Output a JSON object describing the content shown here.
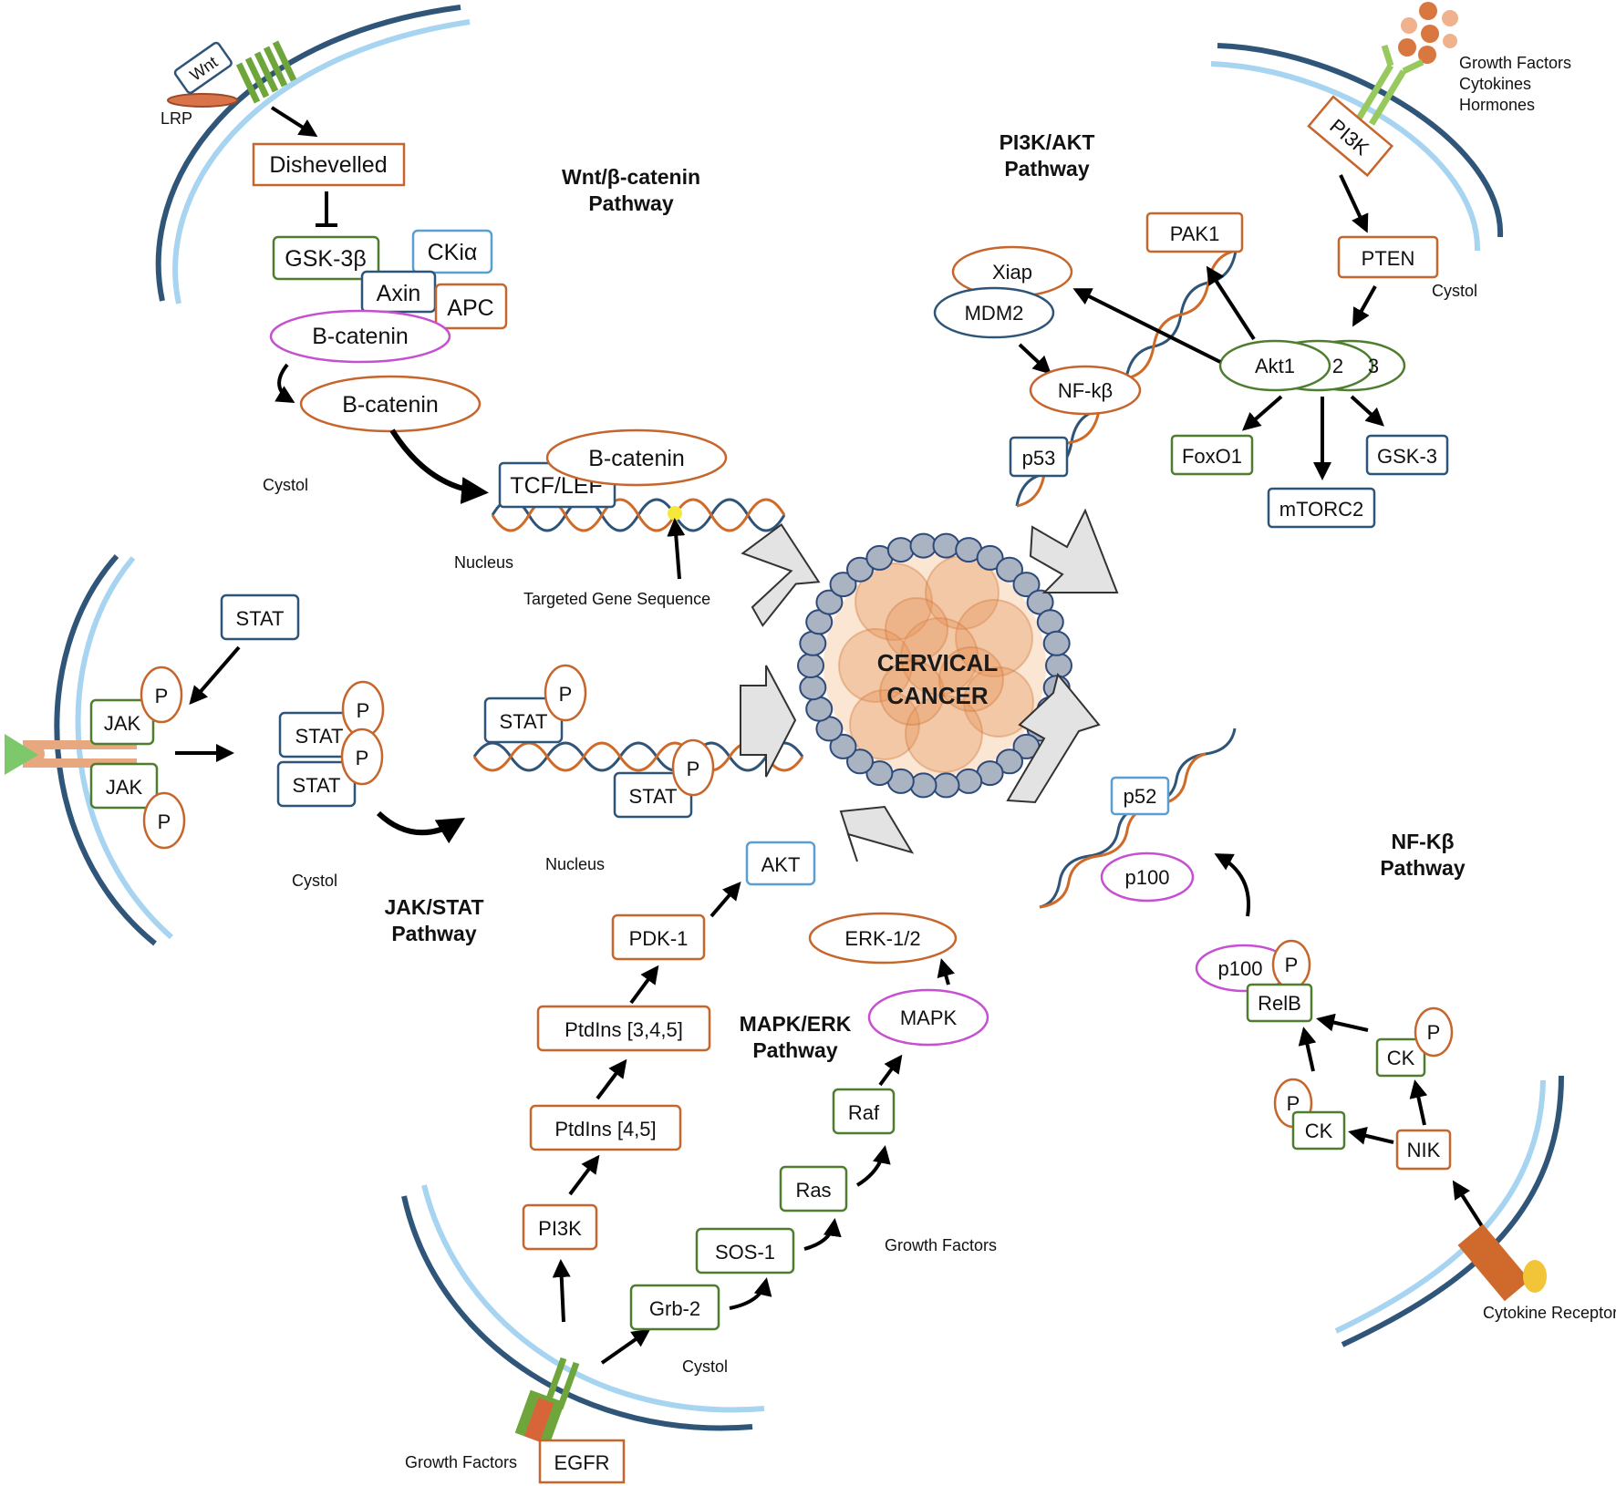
{
  "colors": {
    "orange": "#c6652c",
    "green": "#4e7d2f",
    "blue": "#2e5478",
    "light_blue": "#5a9fd2",
    "purple": "#c64fd2",
    "membrane_dark": "#2f5578",
    "membrane_light": "#a7d4f0",
    "cell_fill": "#f3c29a",
    "cell_border": "#98a6b8",
    "pointer_arrow": "#e3e3e3"
  },
  "center": {
    "line1": "CERVICAL",
    "line2": "CANCER"
  },
  "wnt": {
    "title1": "Wnt/β-catenin",
    "title2": "Pathway",
    "wnt": "Wnt",
    "lrp": "LRP",
    "dishevelled": "Dishevelled",
    "gsk3b": "GSK-3β",
    "ckia": "CKiα",
    "axin": "Axin",
    "apc": "APC",
    "bcat1": "B-catenin",
    "bcat2": "B-catenin",
    "bcat3": "B-catenin",
    "tcf": "TCF/LEF",
    "cystol": "Cystol",
    "nucleus": "Nucleus",
    "target": "Targeted Gene Sequence"
  },
  "pi3k": {
    "title1": "PI3K/AKT",
    "title2": "Pathway",
    "gf1": "Growth Factors",
    "gf2": "Cytokines",
    "gf3": "Hormones",
    "pi3k": "PI3K",
    "pten": "PTEN",
    "pak1": "PAK1",
    "xiap": "Xiap",
    "mdm2": "MDM2",
    "nfkb": "NF-kβ",
    "p53": "p53",
    "akt1": "Akt1",
    "akt2": "2",
    "akt3": "3",
    "foxo1": "FoxO1",
    "mtorc2": "mTORC2",
    "gsk3": "GSK-3",
    "cystol": "Cystol"
  },
  "jak": {
    "title1": "JAK/STAT",
    "title2": "Pathway",
    "stat_top": "STAT",
    "jak1": "JAK",
    "jak2": "JAK",
    "p": "P",
    "stat_a": "STAT",
    "stat_b": "STAT",
    "stat_n1": "STAT",
    "stat_n2": "STAT",
    "cystol": "Cystol",
    "nucleus": "Nucleus"
  },
  "mapk": {
    "title1": "MAPK/ERK",
    "title2": "Pathway",
    "akt": "AKT",
    "pdk1": "PDK-1",
    "ptd345": "PtdIns [3,4,5]",
    "ptd45": "PtdIns [4,5]",
    "pi3k": "PI3K",
    "egfr": "EGFR",
    "gf_bottom": "Growth Factors",
    "gf_right": "Growth Factors",
    "cystol": "Cystol",
    "grb2": "Grb-2",
    "sos1": "SOS-1",
    "ras": "Ras",
    "raf": "Raf",
    "mapk": "MAPK",
    "erk": "ERK-1/2"
  },
  "nfkb": {
    "title1": "NF-Kβ",
    "title2": "Pathway",
    "p52": "p52",
    "p100": "p100",
    "p100b": "p100",
    "p": "P",
    "relb": "RelB",
    "ck1": "CK",
    "ck2": "CK",
    "nik": "NIK",
    "receptor": "Cytokine Receptor"
  }
}
